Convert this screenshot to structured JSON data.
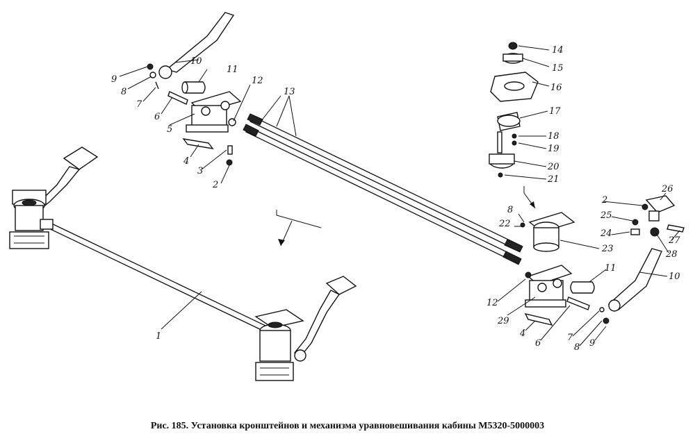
{
  "caption": "Рис. 185. Установка кронштейнов и механизма уравновешивания кабины М5320-5000003",
  "labels": {
    "l1": "1",
    "l2a": "2",
    "l2b": "2",
    "l3": "3",
    "l4a": "4",
    "l4b": "4",
    "l5": "5",
    "l6a": "6",
    "l6b": "6",
    "l7a": "7",
    "l7b": "7",
    "l8a": "8",
    "l8b": "8",
    "l8c": "8",
    "l9a": "9",
    "l9b": "9",
    "l10a": "10",
    "l10b": "10",
    "l11a": "11",
    "l11b": "11",
    "l12a": "12",
    "l12b": "12",
    "l13": "13",
    "l14": "14",
    "l15": "15",
    "l16": "16",
    "l17": "17",
    "l18": "18",
    "l19": "19",
    "l20": "20",
    "l21": "21",
    "l22": "22",
    "l23": "23",
    "l24": "24",
    "l25": "25",
    "l26": "26",
    "l27": "27",
    "l28": "28",
    "l29": "29"
  }
}
